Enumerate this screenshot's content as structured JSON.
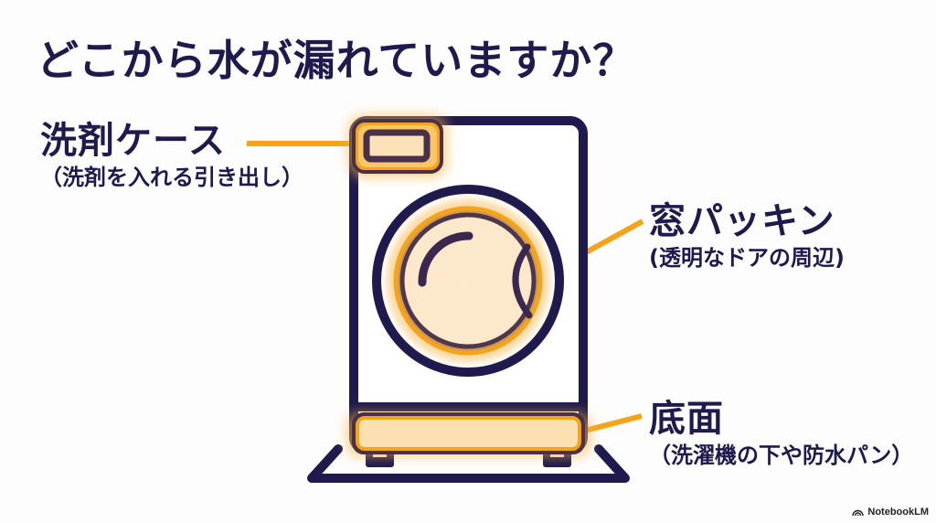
{
  "title": "どこから水が漏れていますか？",
  "labels": {
    "drawer": {
      "main": "洗剤ケース",
      "sub": "（洗剤を入れる引き出し）"
    },
    "window": {
      "main": "窓パッキン",
      "sub": "(透明なドアの周辺)"
    },
    "bottom": {
      "main": "底面",
      "sub": "（洗濯機の下や防水パン）"
    }
  },
  "illustration": {
    "subject": "washing-machine",
    "highlighted_parts": [
      "detergent-drawer",
      "door-gasket",
      "base"
    ]
  },
  "colors": {
    "text": "#1f1a4d",
    "outline": "#1f1a4d",
    "accent": "#f5a31a",
    "highlight_fill": "#fde4bd"
  },
  "brand": {
    "name": "NotebookLM",
    "icon": "notebooklm-logo-icon"
  }
}
